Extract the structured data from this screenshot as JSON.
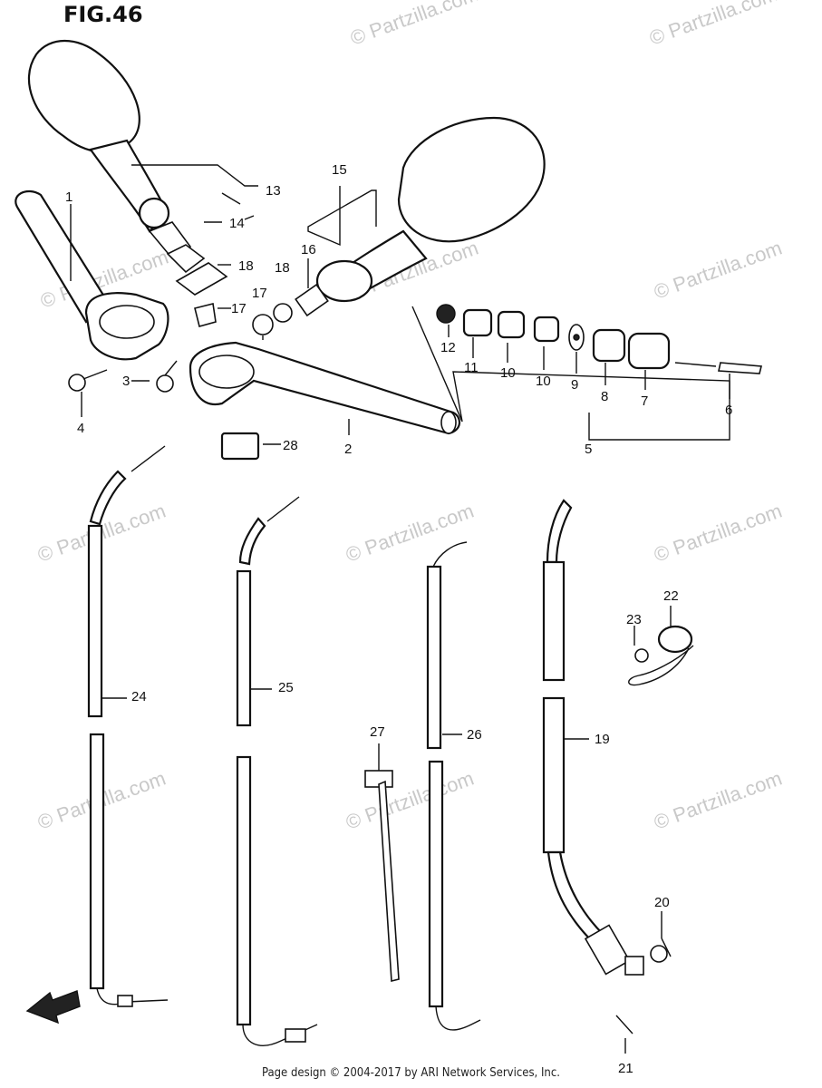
{
  "figure": {
    "title": "FIG.46"
  },
  "watermark": {
    "text": "© Partzilla.com"
  },
  "callouts": [
    "1",
    "2",
    "3",
    "4",
    "5",
    "6",
    "7",
    "8",
    "9",
    "10",
    "10",
    "11",
    "12",
    "13",
    "14",
    "15",
    "16",
    "17",
    "17",
    "18",
    "18",
    "19",
    "20",
    "21",
    "22",
    "23",
    "24",
    "25",
    "26",
    "27",
    "28"
  ],
  "footer": {
    "text": "Page design © 2004-2017 by ARI Network Services, Inc."
  },
  "icons": {
    "front_arrow": "front-direction-arrow-icon"
  }
}
